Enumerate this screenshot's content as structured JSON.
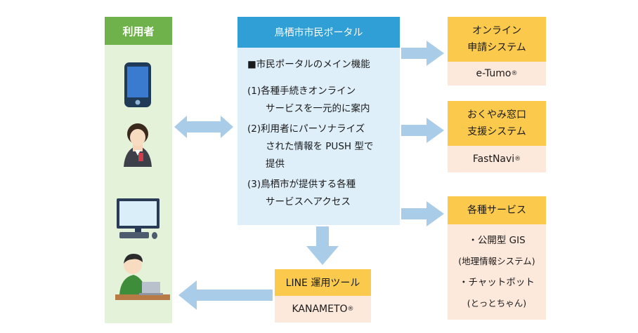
{
  "users": {
    "title": "利用者"
  },
  "portal": {
    "title": "鳥栖市市民ポータル",
    "heading": "■市民ポータルのメイン機能",
    "lines": [
      "(1)各種手続きオンライン",
      "サービスを一元的に案内",
      "(2)利用者にパーソナライズ",
      "された情報を PUSH 型で",
      "提供",
      "(3)鳥栖市が提供する各種",
      "サービスへアクセス"
    ]
  },
  "systems": [
    {
      "title_lines": [
        "オンライン",
        "申請システム"
      ],
      "product": "e-Tumo",
      "mark": "®"
    },
    {
      "title_lines": [
        "おくやみ窓口",
        "支援システム"
      ],
      "product": "FastNavi",
      "mark": "®"
    },
    {
      "title_lines": [
        "各種サービス"
      ],
      "items": [
        "・公開型 GIS",
        "(地理情報システム)",
        "・チャットボット",
        "(とっとちゃん)"
      ]
    }
  ],
  "line_tool": {
    "title": "LINE 運用ツール",
    "product": "KANAMETO",
    "mark": "®"
  },
  "colors": {
    "user_green": "#6fb14a",
    "user_bg": "#e4f2d9",
    "portal_blue": "#2f9fd6",
    "portal_bg": "#deeffa",
    "system_yellow": "#fbc94c",
    "system_pink": "#fde8dc",
    "arrow_blue": "#a9cde9"
  },
  "icons": [
    "smartphone-icon",
    "woman-with-phone-icon",
    "desktop-computer-icon",
    "man-with-laptop-icon"
  ]
}
